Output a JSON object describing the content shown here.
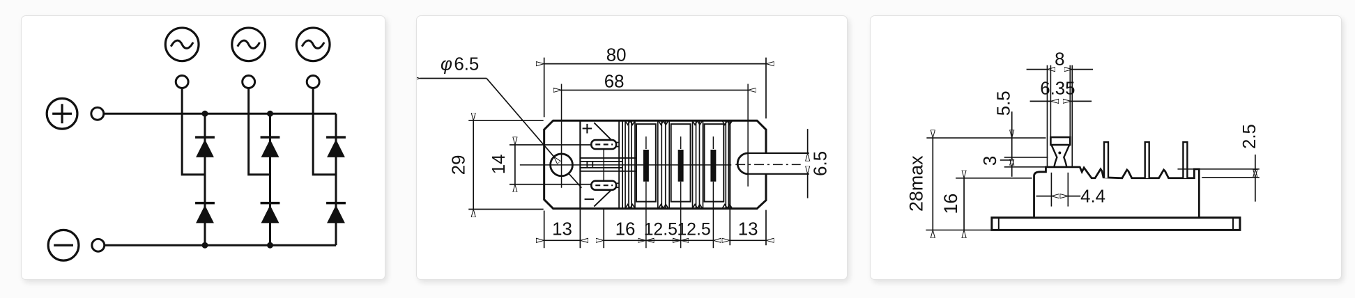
{
  "colors": {
    "ink": "#111111",
    "page_bg": "#fbfbfb",
    "panel_bg": "#ffffff"
  },
  "outline_top_view": {
    "plus": "+",
    "minus": "−",
    "dim_overall_width": "80",
    "dim_mount_pitch": "68",
    "dia_symbol": "φ",
    "dia_value": "6.5",
    "dim_height": "29",
    "dim_tab_pitch": "14",
    "dim_slot_width": "6.5",
    "dim_left_margin": "13",
    "dim_tab_to_pin": "16",
    "dim_pitch_a": "12.5",
    "dim_pitch_b": "12.5",
    "dim_right_margin": "13"
  },
  "outline_side_view": {
    "dim_tab_support_width": "8",
    "dim_tab_width": "6.35",
    "dim_tab_height": "5.5",
    "dim_step": "3",
    "dim_rim_height": "2.5",
    "dim_tab_base": "4.4",
    "dim_overall_height": "28max",
    "dim_body_height": "16"
  }
}
